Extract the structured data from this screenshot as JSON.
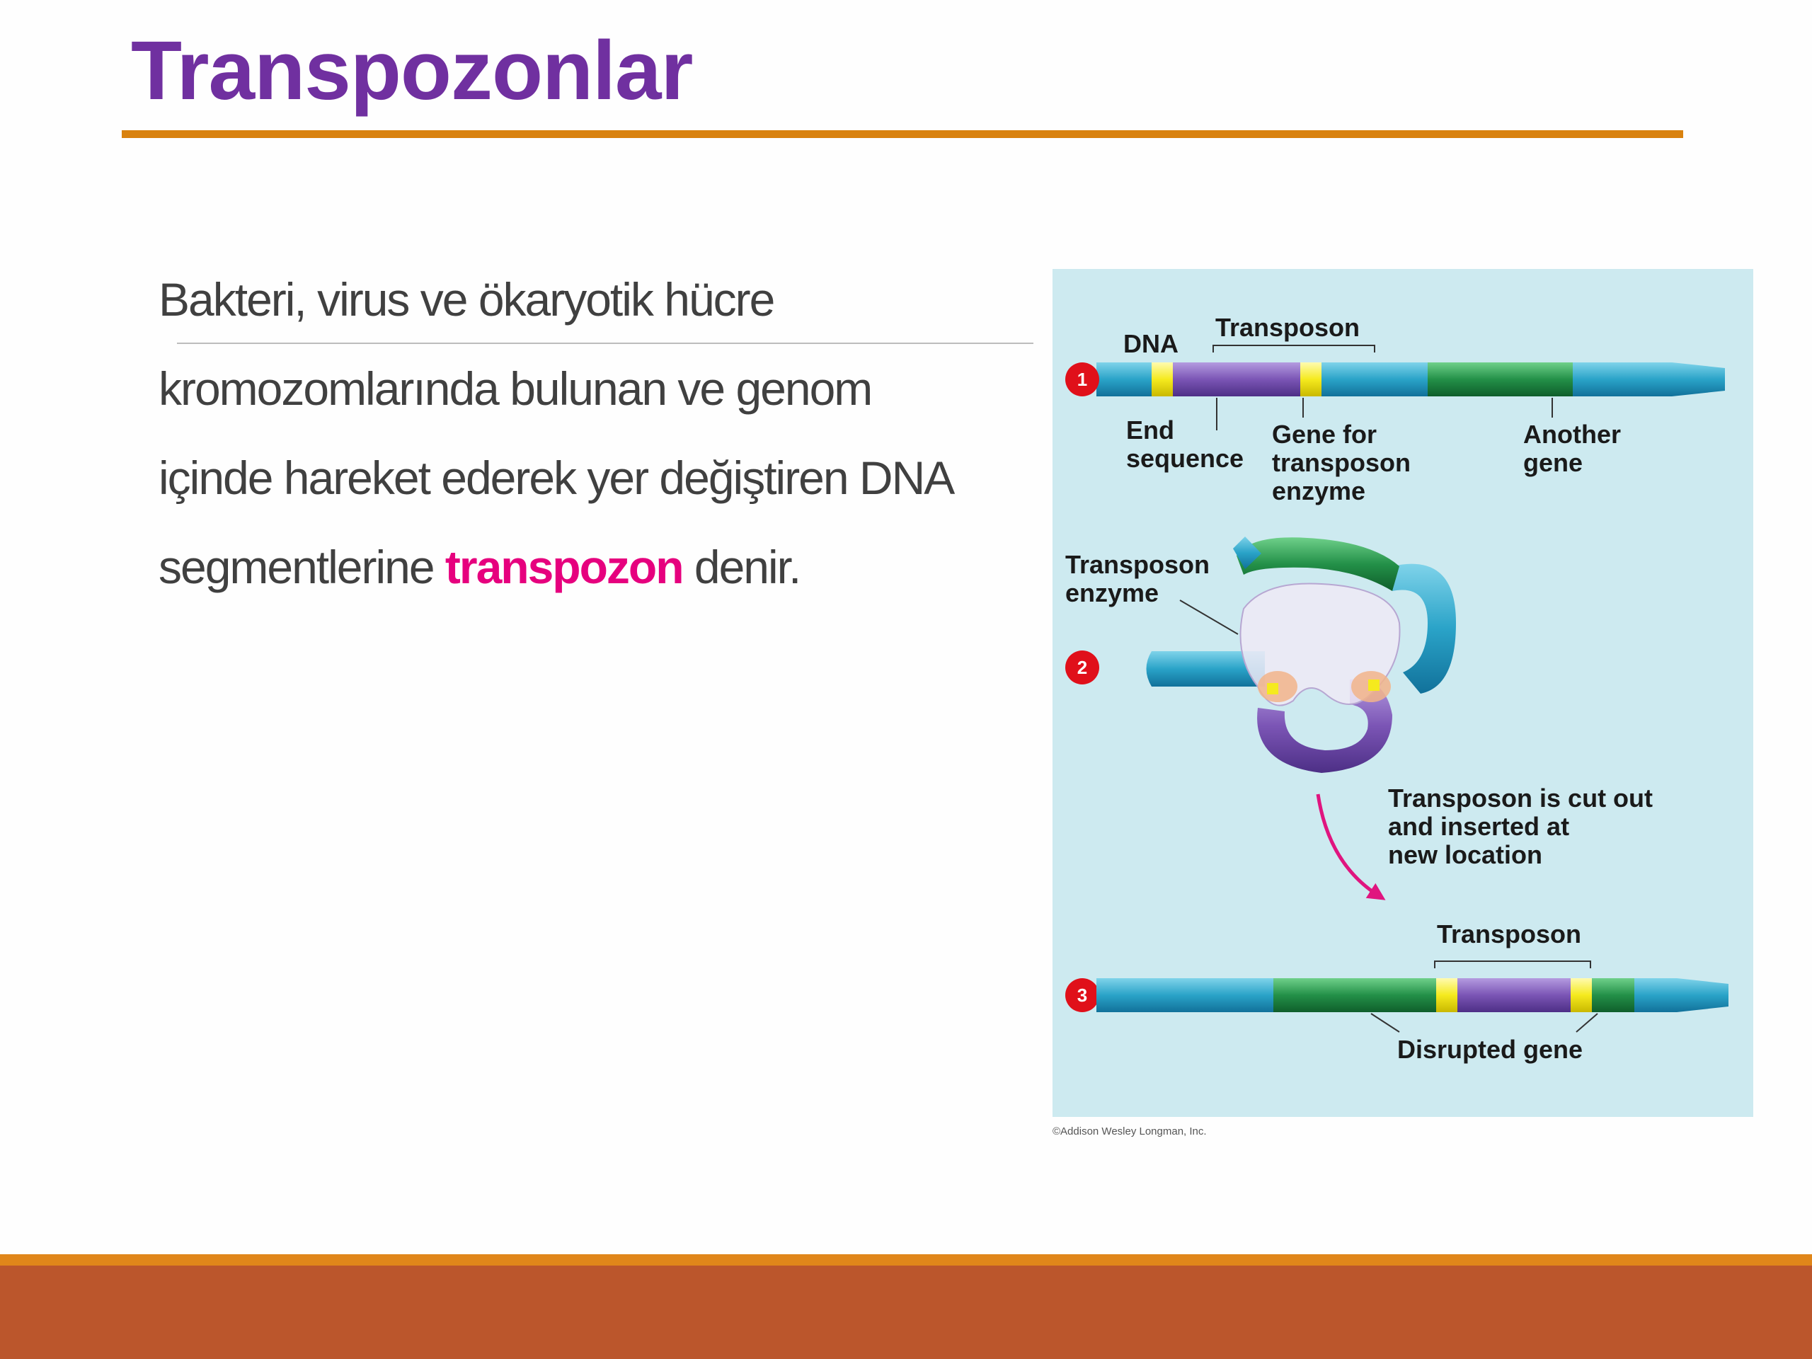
{
  "slide": {
    "title": "Transpozonlar",
    "body_lines": [
      "Bakteri, virus ve ökaryotik hücre",
      "kromozomlarında bulunan ve genom",
      "içinde hareket ederek yer değiştiren DNA"
    ],
    "body_last_prefix": "segmentlerine ",
    "body_highlight": "transpozon",
    "body_last_suffix": " denir."
  },
  "diagram": {
    "steps": [
      "1",
      "2",
      "3"
    ],
    "labels": {
      "dna": "DNA",
      "transposon_top": "Transposon",
      "end_sequence": [
        "End",
        "sequence"
      ],
      "gene_for_enzyme": [
        "Gene for",
        "transposon",
        "enzyme"
      ],
      "another_gene": [
        "Another",
        "gene"
      ],
      "transposon_enzyme": [
        "Transposon",
        "enzyme"
      ],
      "cut_out": [
        "Transposon is cut out",
        "and inserted at",
        "new location"
      ],
      "transposon_bottom": "Transposon",
      "disrupted_gene": "Disrupted gene"
    },
    "credit": "©Addison Wesley Longman, Inc."
  },
  "colors": {
    "title": "#7030a0",
    "accent_rule": "#d9820f",
    "highlight": "#e6007e",
    "footer": "#bb562c",
    "diagram_bg": "#cdeaf0",
    "dna_blue": "#2aa3c8",
    "transposon_purple": "#7b55b5",
    "end_yellow": "#f5ea1e",
    "gene_green": "#239048"
  }
}
